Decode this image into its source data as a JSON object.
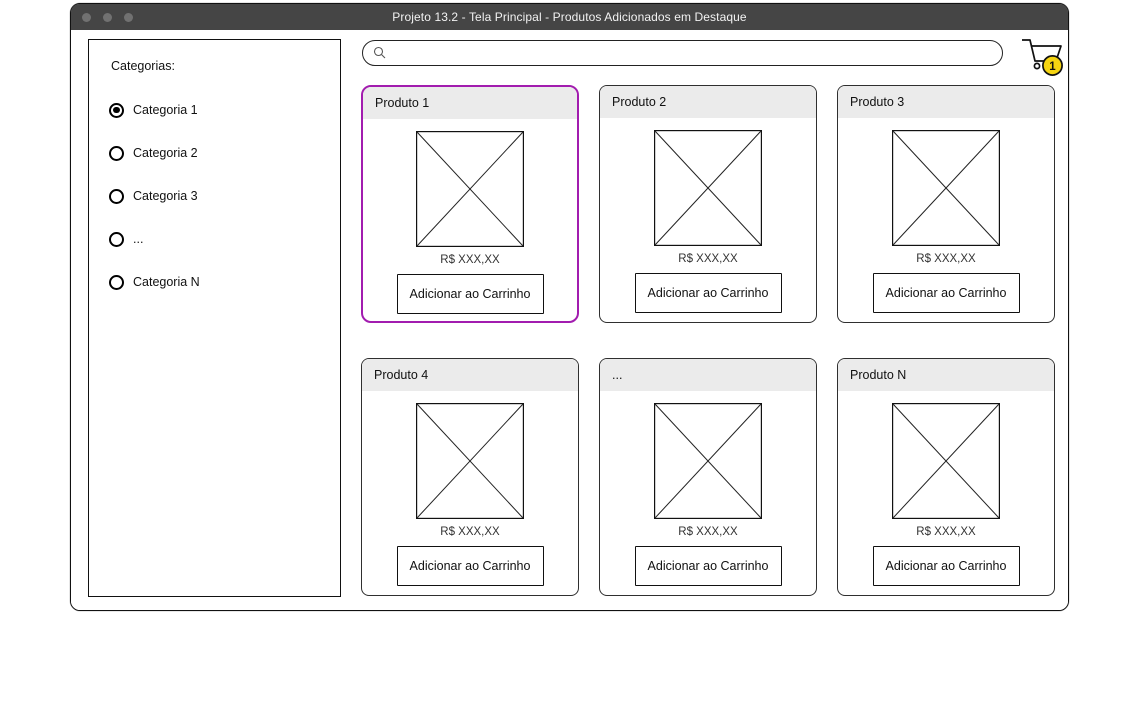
{
  "window": {
    "title": "Projeto 13.2 - Tela Principal - Produtos Adicionados em Destaque"
  },
  "sidebar": {
    "heading": "Categorias:",
    "items": [
      {
        "label": "Categoria 1",
        "selected": true
      },
      {
        "label": "Categoria 2",
        "selected": false
      },
      {
        "label": "Categoria 3",
        "selected": false
      },
      {
        "label": "...",
        "selected": false
      },
      {
        "label": "Categoria N",
        "selected": false
      }
    ]
  },
  "search": {
    "value": "",
    "placeholder": ""
  },
  "cart": {
    "badge_count": "1"
  },
  "products": [
    {
      "title": "Produto 1",
      "price": "R$ XXX,XX",
      "button_label": "Adicionar ao Carrinho",
      "highlighted": true
    },
    {
      "title": "Produto 2",
      "price": "R$ XXX,XX",
      "button_label": "Adicionar ao Carrinho",
      "highlighted": false
    },
    {
      "title": "Produto 3",
      "price": "R$ XXX,XX",
      "button_label": "Adicionar ao Carrinho",
      "highlighted": false
    },
    {
      "title": "Produto 4",
      "price": "R$ XXX,XX",
      "button_label": "Adicionar ao Carrinho",
      "highlighted": false
    },
    {
      "title": "...",
      "price": "R$ XXX,XX",
      "button_label": "Adicionar ao Carrinho",
      "highlighted": false
    },
    {
      "title": "Produto N",
      "price": "R$ XXX,XX",
      "button_label": "Adicionar ao Carrinho",
      "highlighted": false
    }
  ],
  "colors": {
    "highlight_border": "#A21CAF",
    "badge_bg": "#F5D411",
    "titlebar_bg": "#454545",
    "card_header_bg": "#EBEBEB"
  }
}
